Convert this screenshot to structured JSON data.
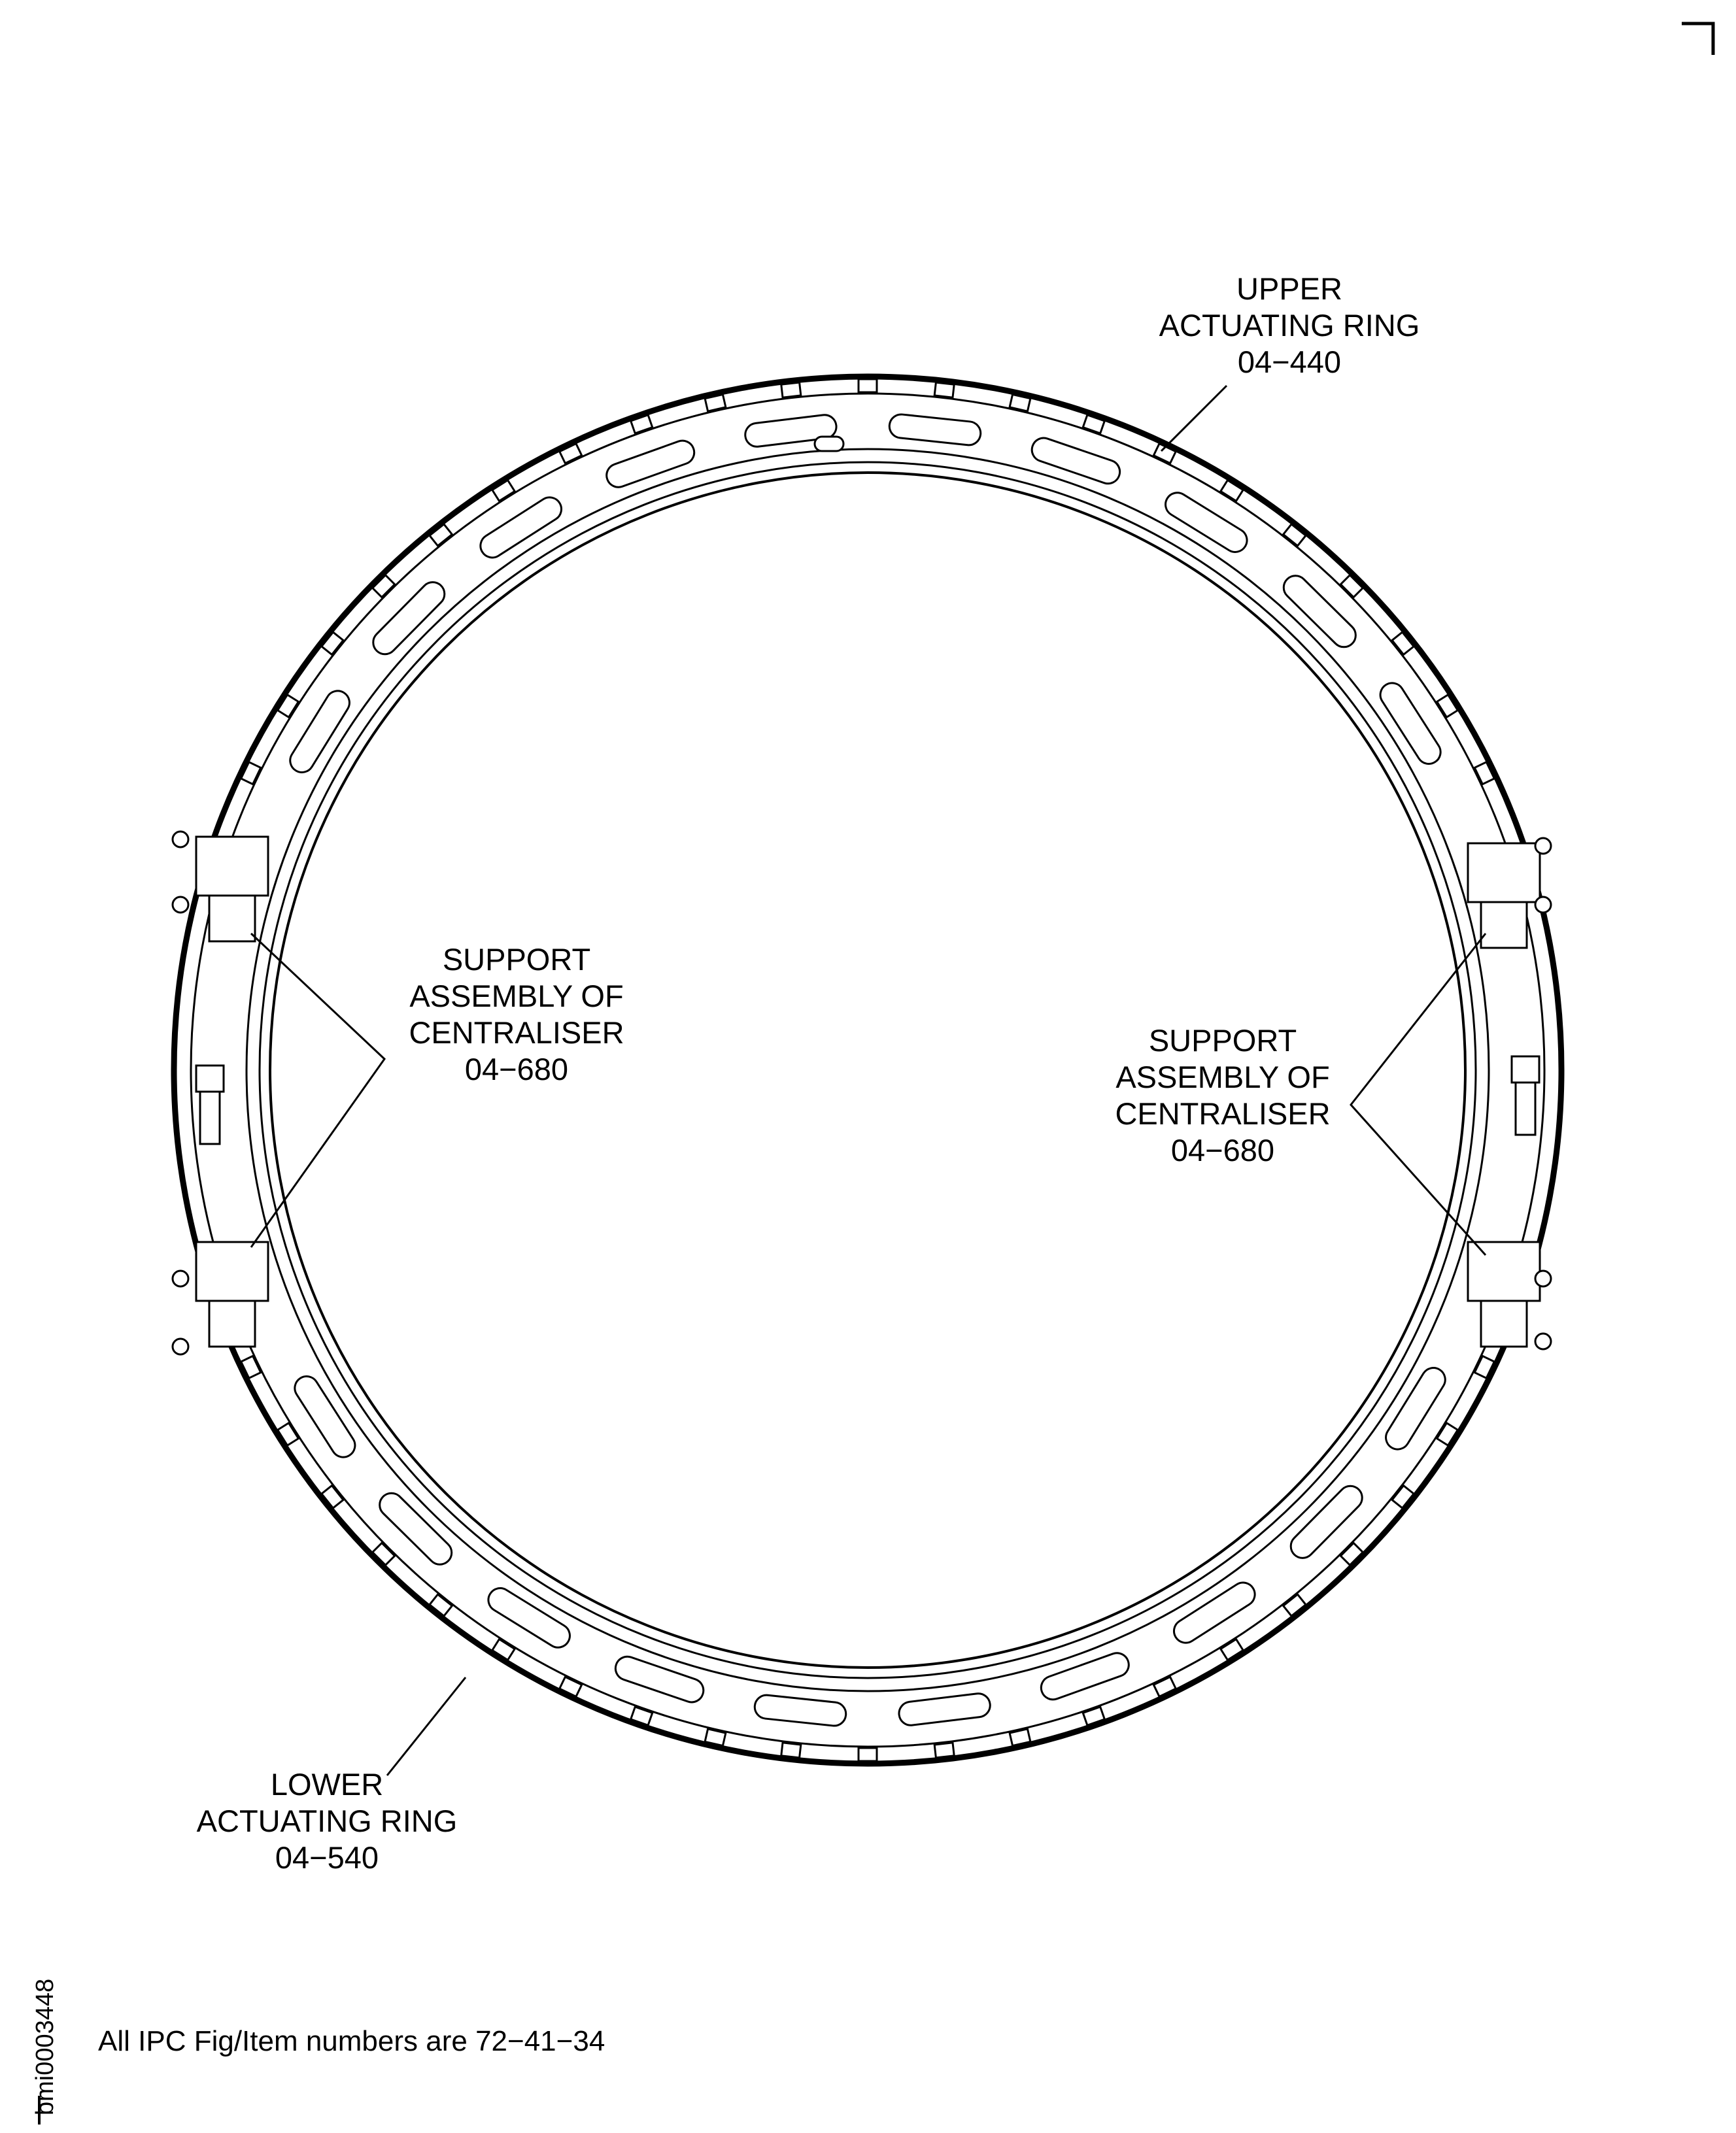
{
  "labels": {
    "upper_ring": {
      "line1": "UPPER",
      "line2": "ACTUATING RING",
      "line3": "04−440"
    },
    "support_left": {
      "line1": "SUPPORT",
      "line2": "ASSEMBLY OF",
      "line3": "CENTRALISER",
      "line4": "04−680"
    },
    "support_right": {
      "line1": "SUPPORT",
      "line2": "ASSEMBLY OF",
      "line3": "CENTRALISER",
      "line4": "04−680"
    },
    "lower_ring": {
      "line1": "LOWER",
      "line2": "ACTUATING RING",
      "line3": "04−540"
    }
  },
  "footnote": "All IPC Fig/Item numbers are 72−41−34",
  "drawing_id": "bmi0003448",
  "colors": {
    "line": "#000000",
    "background": "#ffffff"
  }
}
